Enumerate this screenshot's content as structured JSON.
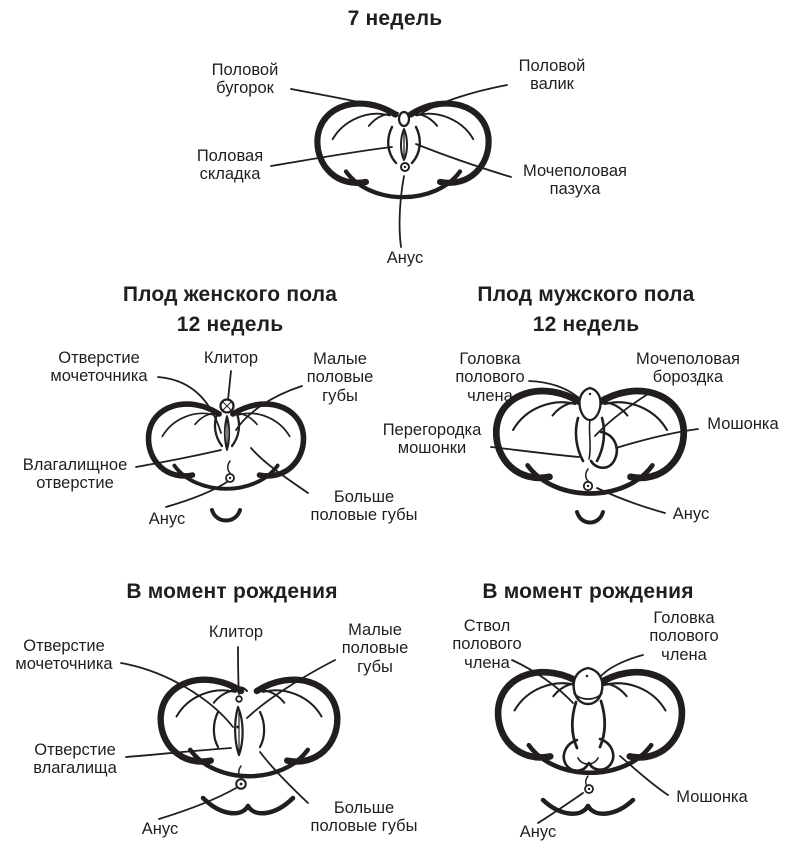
{
  "colors": {
    "ink": "#221e1f",
    "background": "#ffffff"
  },
  "panels": {
    "week7": {
      "title": "7 недель",
      "labels": {
        "tubercle": "Половой\nбугорок",
        "ridge": "Половой\nвалик",
        "fold": "Половая\nскладка",
        "sinus": "Мочеполовая\nпазуха",
        "anus": "Анус"
      }
    },
    "female12": {
      "title": "Плод женского пола",
      "subtitle": "12 недель",
      "labels": {
        "urethral_opening": "Отверстие\nмочеточника",
        "clitoris": "Клитор",
        "labia_minora": "Малые\nполовые\nгубы",
        "vaginal_opening": "Влагалищное\nотверстие",
        "anus": "Анус",
        "labia_majora": "Больше\nполовые губы"
      }
    },
    "male12": {
      "title": "Плод мужского пола",
      "subtitle": "12 недель",
      "labels": {
        "glans": "Головка\nполового\nчлена",
        "urogenital_groove": "Мочеполовая\nбороздка",
        "scrotal_septum": "Перегородка\nмошонки",
        "scrotum": "Мошонка",
        "anus": "Анус"
      }
    },
    "female_birth": {
      "title": "В момент рождения",
      "labels": {
        "urethral_opening": "Отверстие\nмочеточника",
        "clitoris": "Клитор",
        "labia_minora": "Малые\nполовые\nгубы",
        "vaginal_opening": "Отверстие\nвлагалища",
        "anus": "Анус",
        "labia_majora": "Больше\nполовые губы"
      }
    },
    "male_birth": {
      "title": "В момент рождения",
      "labels": {
        "shaft": "Ствол\nполового\nчлена",
        "glans": "Головка\nполового\nчлена",
        "scrotum": "Мошонка",
        "anus": "Анус"
      }
    }
  }
}
